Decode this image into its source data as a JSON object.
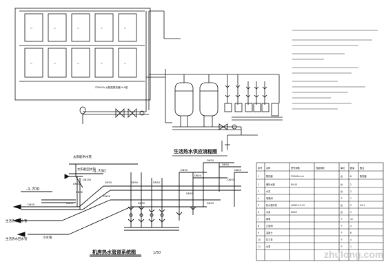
{
  "drawing": {
    "title_schematic": "生活热水供应流程图",
    "title_system": "机房热水管道系统图",
    "scale": "1/50",
    "watermark": "zhulong.com"
  },
  "collector_label": "Z3000A 太阳能集热器 A-A型",
  "level_top": "-1.700",
  "level_bottom": "-1.700",
  "pipe_labels": {
    "solar_supply": "太阳能供水管",
    "solar_return": "太阳能回水管",
    "domestic_supply": "生活热水供水管",
    "domestic_return": "生活热水回水管",
    "cold_water": "冷水管"
  },
  "dn_labels": [
    "DN150",
    "DN50",
    "DN50",
    "DN50",
    "DN50",
    "DN50",
    "DN50",
    "DN50",
    "DN50",
    "DN50",
    "DN50",
    "DN50",
    "DN50",
    "DN50",
    "DN50",
    "DN50",
    "DN50",
    "DN50"
  ],
  "equipment_table": {
    "header": [
      "序号",
      "名称",
      "型号规格",
      "性能参数",
      "单位",
      "数量",
      "备注"
    ],
    "rows": [
      [
        "1",
        "集热器",
        "Z3000A-A-A",
        "",
        "台",
        "8",
        "集热器"
      ],
      [
        "2",
        "储热水罐",
        "RV-05",
        "",
        "台",
        "2",
        ""
      ],
      [
        "3",
        "水泵",
        "",
        "",
        "台",
        "2",
        ""
      ],
      [
        "4",
        "电磁阀",
        "",
        "",
        "个",
        "1",
        ""
      ],
      [
        "5",
        "热水循环泵",
        "40WG-10-15",
        "",
        "台",
        "2",
        "GS-1"
      ],
      [
        "6",
        "水泵",
        "DN25",
        "",
        "台",
        "3",
        ""
      ],
      [
        "7",
        "闸阀",
        "",
        "",
        "个",
        "12",
        ""
      ],
      [
        "8",
        "止回阀",
        "",
        "",
        "个",
        "4",
        ""
      ],
      [
        "9",
        "温度计",
        "",
        "",
        "个",
        "6",
        ""
      ],
      [
        "10",
        "压力表",
        "",
        "",
        "个",
        "4",
        ""
      ],
      [
        "11",
        "水表",
        "",
        "",
        "个",
        "1",
        ""
      ]
    ]
  }
}
